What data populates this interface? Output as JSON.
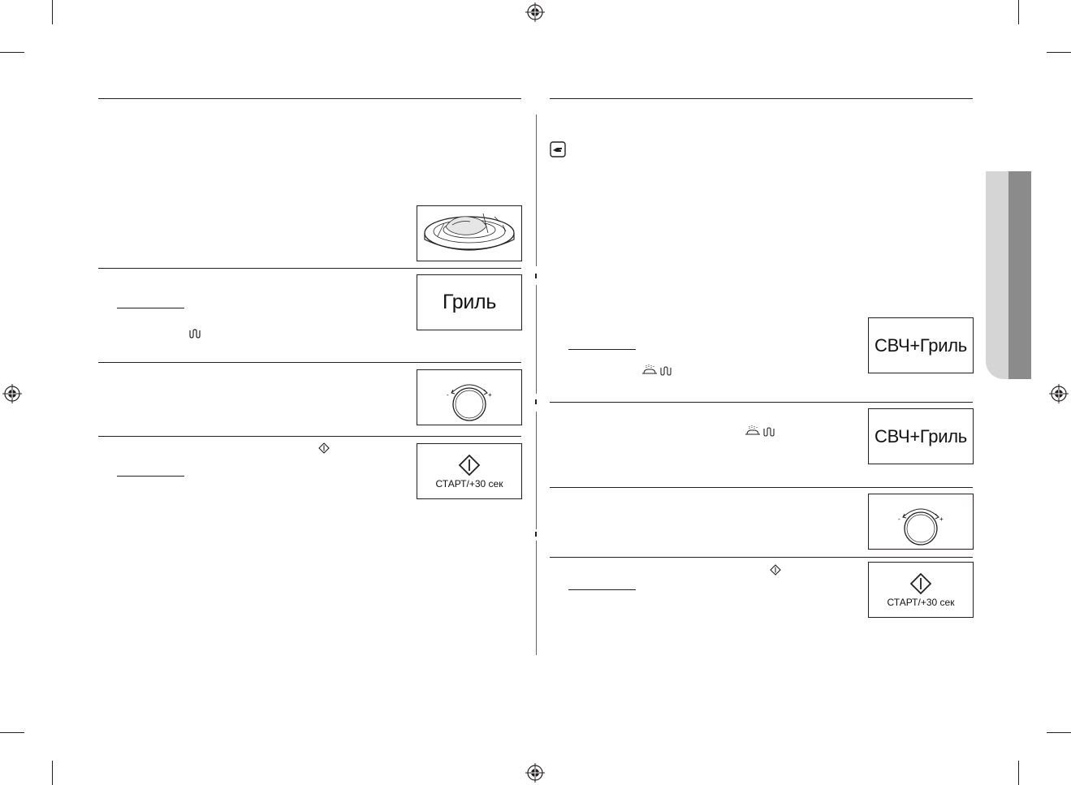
{
  "left_column": {
    "display_grill": "Гриль",
    "display_start_label": "СТАРТ/+30 сек"
  },
  "right_column": {
    "display_combo_1": "СВЧ+Гриль",
    "display_combo_2": "СВЧ+Гриль",
    "display_start_label": "СТАРТ/+30 сек"
  },
  "icons": {
    "grill": "grill-icon",
    "combo": "microwave-grill-icon",
    "start": "start-diamond-icon",
    "note": "note-hand-icon",
    "dial": "dial-knob-icon",
    "registration": "registration-mark-icon"
  },
  "colors": {
    "ink": "#231f20",
    "tab_light": "#d5d5d5",
    "tab_dark": "#8b8b8b"
  }
}
